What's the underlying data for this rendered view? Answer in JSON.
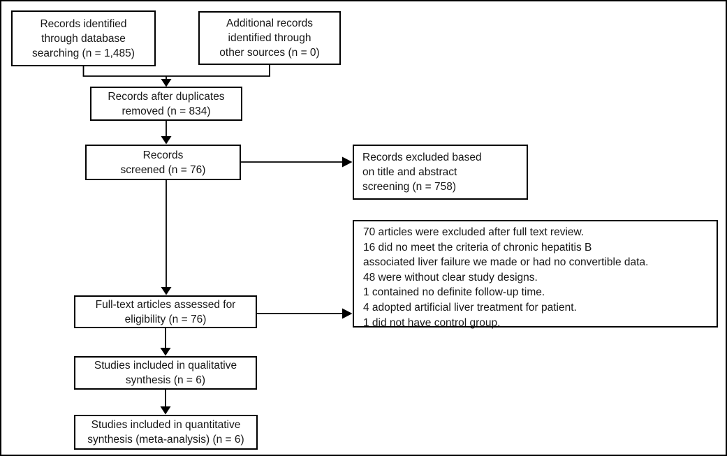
{
  "diagram": {
    "type": "prisma-flowchart",
    "colors": {
      "border": "#000000",
      "text": "#161616",
      "background": "#ffffff"
    },
    "boxes": {
      "identified_db": {
        "text": "Records identified\nthrough database\nsearching (n = 1,485)"
      },
      "identified_other": {
        "text": "Additional records\nidentified through\nother sources (n = 0)"
      },
      "after_duplicates": {
        "text": "Records after duplicates\nremoved (n = 834)"
      },
      "screened": {
        "text": "Records\nscreened (n = 76)"
      },
      "excluded_screening": {
        "text": "Records excluded based\non title and abstract\nscreening (n = 758)"
      },
      "fulltext_assessed": {
        "text": "Full-text articles assessed for\neligibility (n = 76)"
      },
      "excluded_fulltext": {
        "lines": [
          "70 articles were excluded after full text review.",
          "16 did no meet the criteria of chronic hepatitis B",
          "associated liver failure we made or had no convertible data.",
          "48 were without clear study designs.",
          "1 contained no definite follow-up time.",
          "4 adopted artificial liver treatment for patient.",
          "1 did not have control group."
        ]
      },
      "qualitative": {
        "text": "Studies included in qualitative\nsynthesis (n = 6)"
      },
      "quantitative": {
        "text": "Studies included in quantitative\nsynthesis (meta-analysis) (n = 6)"
      }
    }
  }
}
